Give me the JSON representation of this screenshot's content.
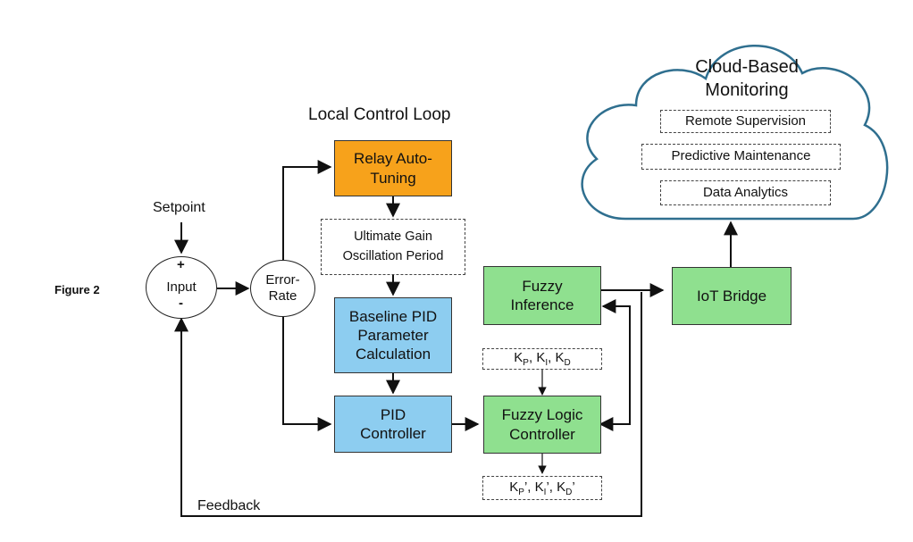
{
  "figure_label": "Figure 2",
  "local_loop_title": "Local Control Loop",
  "setpoint_label": "Setpoint",
  "feedback_label": "Feedback",
  "input_node": {
    "label": "Input",
    "plus": "+",
    "minus": "-"
  },
  "error_node": {
    "line1": "Error-",
    "line2": "Rate"
  },
  "relay_box": {
    "line1": "Relay Auto-",
    "line2": "Tuning",
    "color": "#f7a21b"
  },
  "ultimate_box": {
    "line1": "Ultimate Gain",
    "line2": "Oscillation Period"
  },
  "baseline_box": {
    "line1": "Baseline PID",
    "line2": "Parameter",
    "line3": "Calculation",
    "color": "#8dcdf0"
  },
  "pid_box": {
    "line1": "PID",
    "line2": "Controller",
    "color": "#8dcdf0"
  },
  "fuzzy_inference_box": {
    "line1": "Fuzzy",
    "line2": "Inference",
    "color": "#8fe08f"
  },
  "fuzzy_logic_box": {
    "line1": "Fuzzy Logic",
    "line2": "Controller",
    "color": "#8fe08f"
  },
  "gains_in": {
    "k": "K",
    "p": "P",
    "i": "I",
    "d": "D",
    "sep": ", "
  },
  "gains_out": {
    "k": "K",
    "p": "P",
    "i": "I",
    "d": "D",
    "prime": "’",
    "sep": ", "
  },
  "iot_box": {
    "label": "IoT Bridge",
    "color": "#8fe08f"
  },
  "cloud": {
    "title_line1": "Cloud-Based",
    "title_line2": "Monitoring",
    "items": [
      "Remote Supervision",
      "Predictive Maintenance",
      "Data Analytics"
    ]
  }
}
